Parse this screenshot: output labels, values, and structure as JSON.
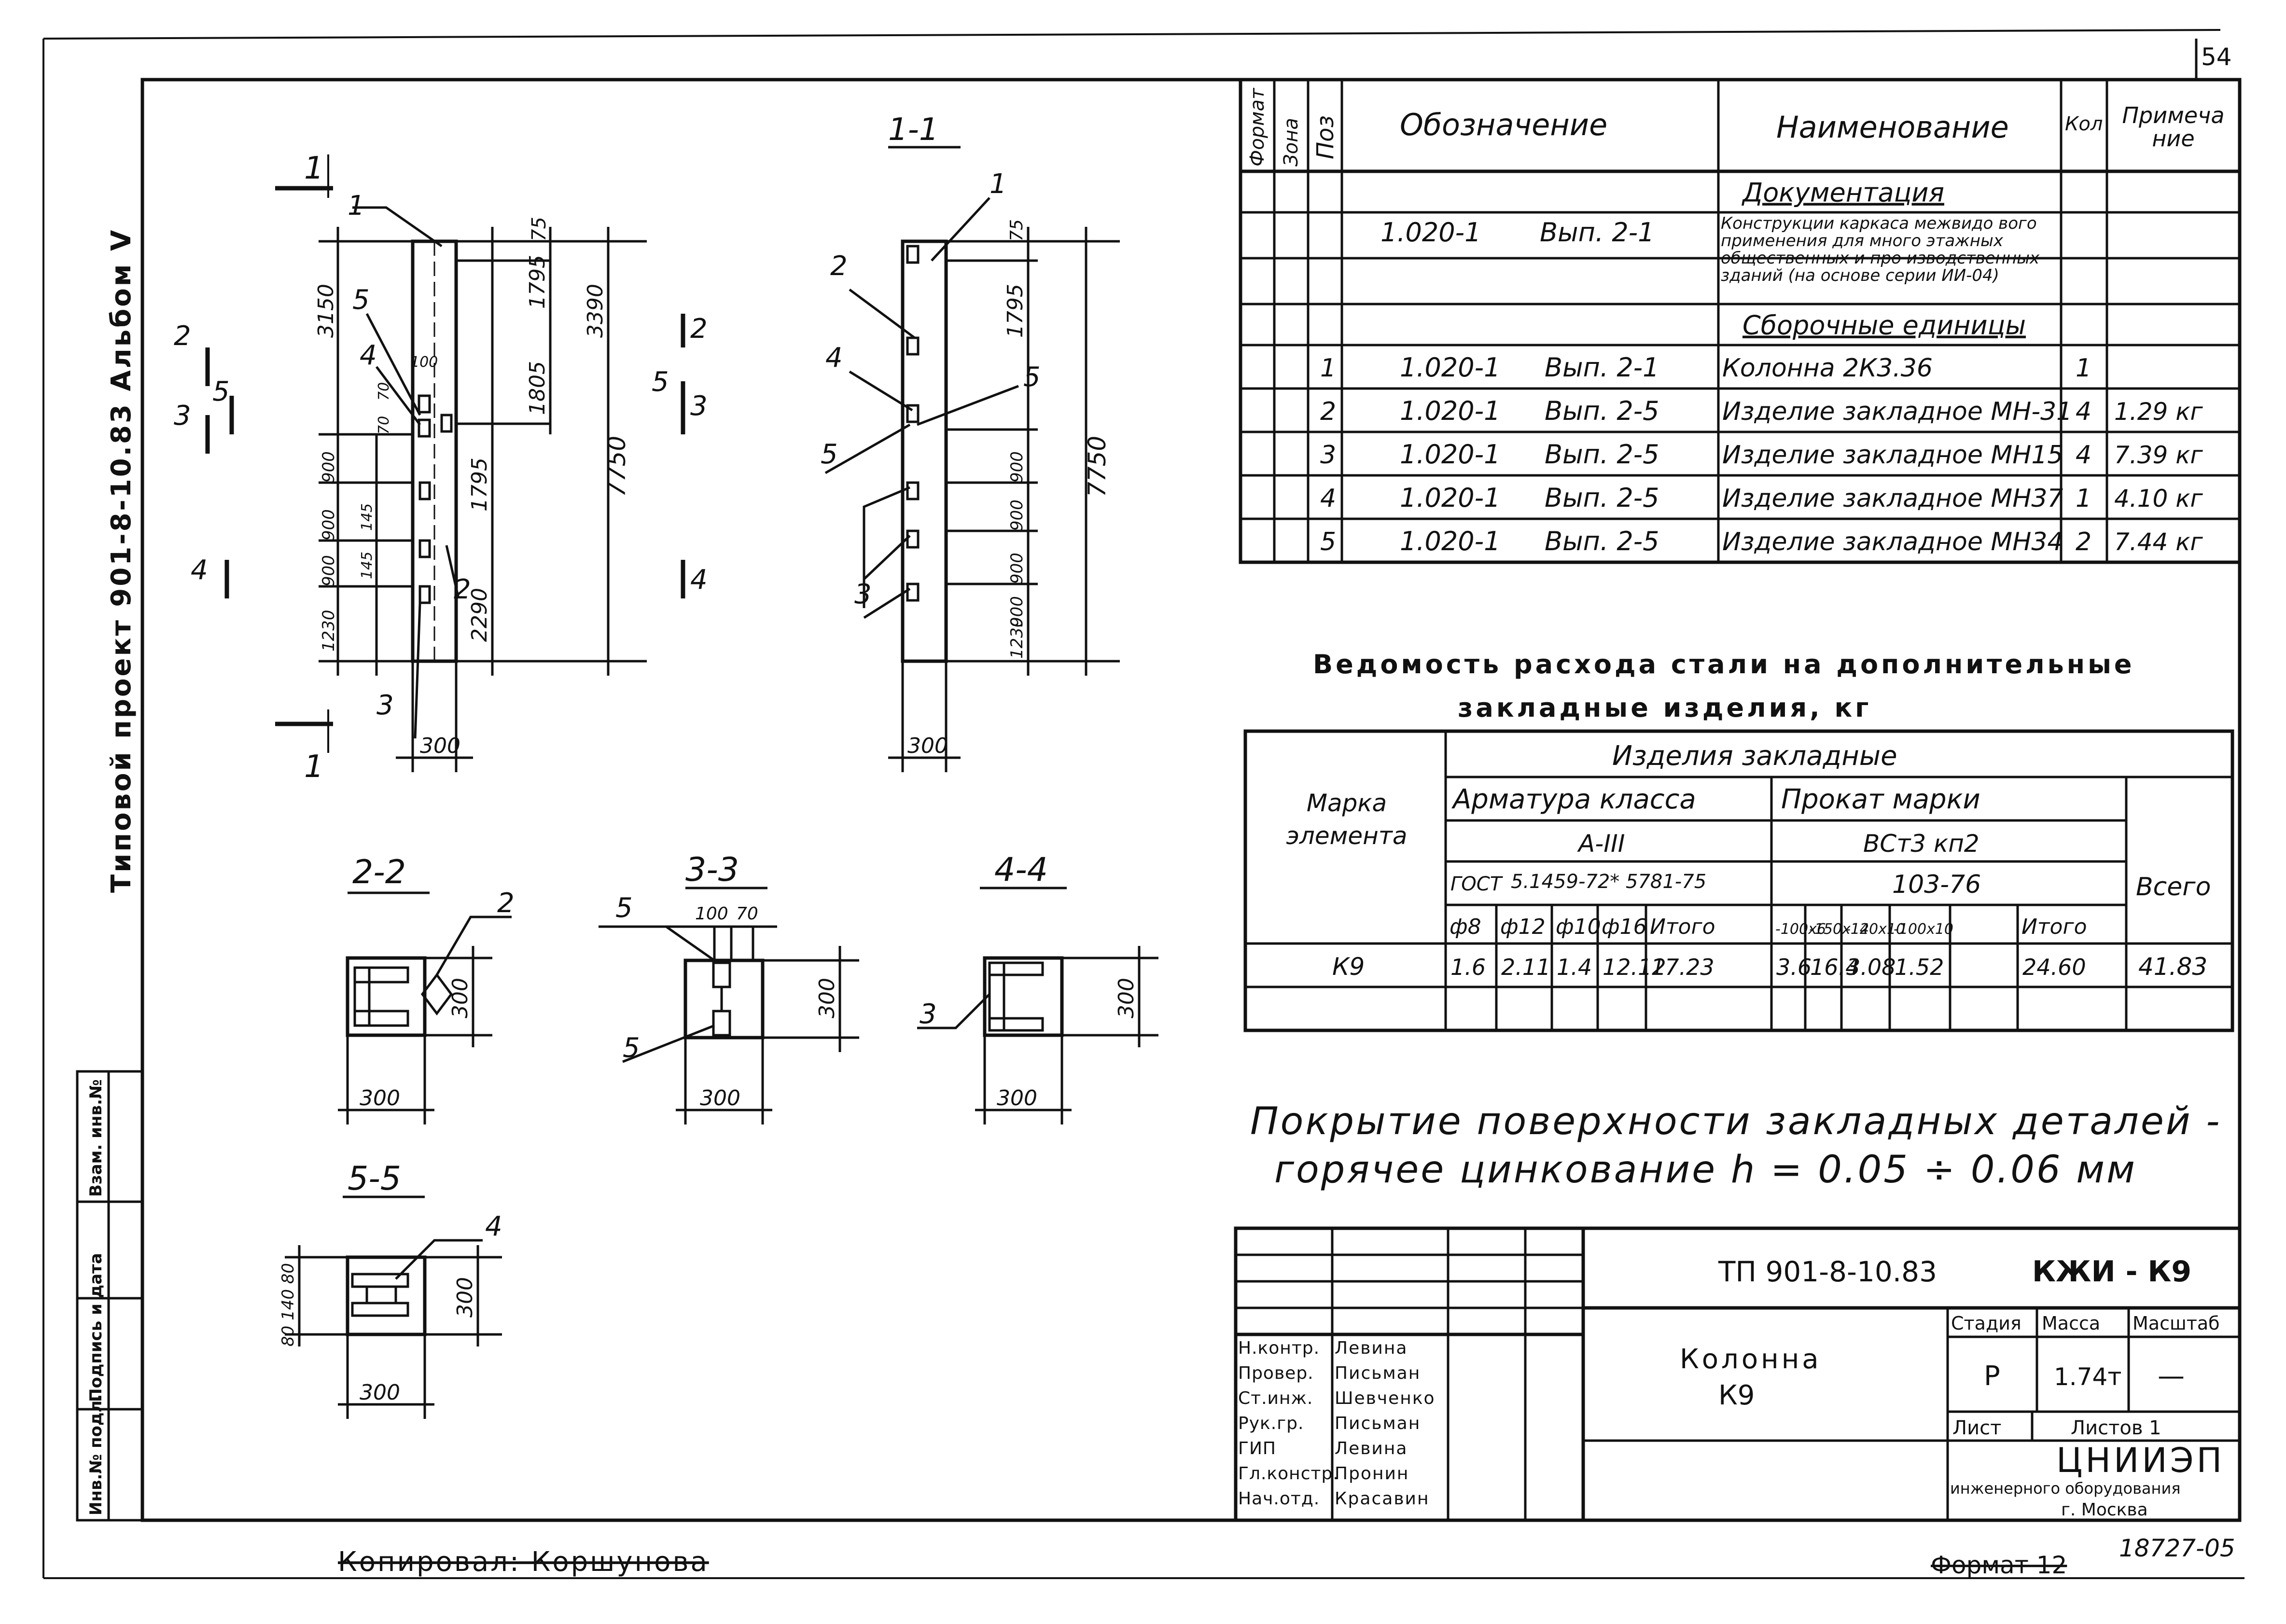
{
  "sheet": {
    "page_number": "54",
    "album_label": "Типовой проект 901-8-10.83 Альбом V",
    "side_stamp": [
      "Инв.№ подл.",
      "Подпись и дата",
      "Взам. инв.№"
    ],
    "copied": "Копировал: Коршунова",
    "format": "Формат 12",
    "inventory_number": "18727-05"
  },
  "spec_table": {
    "headers": {
      "format": "Формат",
      "zone": "Зона",
      "pos": "Поз",
      "designation": "Обозначение",
      "name": "Наименование",
      "qty": "Кол",
      "note": "Примеча ние"
    },
    "rows": [
      {
        "pos": "",
        "designation": "",
        "series": "",
        "name": "Документация",
        "qty": "",
        "note": ""
      },
      {
        "pos": "",
        "designation": "1.020-1",
        "series": "Вып. 2-1",
        "name": "Конструкции каркаса межвидо вого применения для много этажных общественных и про изводственных зданий (на основе серии ИИ-04)",
        "qty": "",
        "note": ""
      },
      {
        "pos": "",
        "designation": "",
        "series": "",
        "name": "Сборочные единицы",
        "qty": "",
        "note": ""
      },
      {
        "pos": "1",
        "designation": "1.020-1",
        "series": "Вып. 2-1",
        "name": "Колонна 2К3.36",
        "qty": "1",
        "note": ""
      },
      {
        "pos": "2",
        "designation": "1.020-1",
        "series": "Вып. 2-5",
        "name": "Изделие закладное МН-31",
        "qty": "4",
        "note": "1.29 кг"
      },
      {
        "pos": "3",
        "designation": "1.020-1",
        "series": "Вып. 2-5",
        "name": "Изделие закладное МН15",
        "qty": "4",
        "note": "7.39 кг"
      },
      {
        "pos": "4",
        "designation": "1.020-1",
        "series": "Вып. 2-5",
        "name": "Изделие закладное МН37",
        "qty": "1",
        "note": "4.10 кг"
      },
      {
        "pos": "5",
        "designation": "1.020-1",
        "series": "Вып. 2-5",
        "name": "Изделие закладное МН34",
        "qty": "2",
        "note": "7.44 кг"
      }
    ]
  },
  "steel_table": {
    "title_line1": "Ведомость расхода стали на дополнительные",
    "title_line2": "закладные изделия, кг",
    "mark_header": "Марка элемента",
    "group_header": "Изделия закладные",
    "armature_header": "Арматура класса",
    "armature_class": "А-III",
    "armature_gost_label": "ГОСТ",
    "armature_gost": "5.1459-72* 5781-75",
    "rolled_header": "Прокат марки",
    "rolled_grade": "ВСт3 кп2",
    "rolled_gost": "103-76",
    "total_header": "Всего",
    "sub_headers": [
      "ф8",
      "ф12",
      "ф10",
      "ф16",
      "Итого",
      "-100x6",
      "-150x12",
      "-140x10",
      "-100x10",
      "Итого"
    ],
    "row_mark": "К9",
    "row_values": [
      "1.6",
      "2.11",
      "1.4",
      "12.12",
      "17.23",
      "3.6",
      "16.4",
      "3.08",
      "1.52",
      "24.60"
    ],
    "row_total": "41.83"
  },
  "coating_note": {
    "line1": "Покрытие поверхности закладных деталей -",
    "line2": "горячее цинкование h = 0.05 ÷ 0.06 мм"
  },
  "drawings": {
    "elevation": {
      "cut_label": "1",
      "dims_right": [
        "75",
        "1795",
        "1805",
        "1795",
        "2290"
      ],
      "dims_right_total": [
        "3390",
        "7750"
      ],
      "dims_left": [
        "3150",
        "100",
        "70",
        "70",
        "900",
        "900",
        "900",
        "145",
        "145",
        "1230"
      ],
      "dim_width": "300",
      "leaders": [
        "1",
        "5",
        "4",
        "2",
        "3"
      ],
      "cut_marks": [
        "2",
        "3",
        "5",
        "4"
      ]
    },
    "section_1_1": {
      "title": "1-1",
      "dims_right": [
        "75",
        "1795",
        "7750"
      ],
      "dims_left": [
        "900",
        "900",
        "900",
        "900",
        "1230"
      ],
      "dim_width": "300",
      "leaders": [
        "1",
        "2",
        "4",
        "5",
        "5",
        "3"
      ]
    },
    "section_2_2": {
      "title": "2-2",
      "leader": "2",
      "dim_w": "300",
      "dim_h": "300"
    },
    "section_3_3": {
      "title": "3-3",
      "leader_top": "5",
      "leader_bottom": "5",
      "dim_top1": "100",
      "dim_top2": "70",
      "dim_w": "300",
      "dim_h": "300"
    },
    "section_4_4": {
      "title": "4-4",
      "leader": "3",
      "dim_w": "300",
      "dim_h": "300"
    },
    "section_5_5": {
      "title": "5-5",
      "leader": "4",
      "dim_left": "80 140 80",
      "dim_w": "300",
      "dim_h": "300"
    }
  },
  "title_block": {
    "project_code": "ТП 901-8-10.83",
    "doc_code": "КЖИ - К9",
    "element_name": "Колонна",
    "element_mark": "К9",
    "stage_label": "Стадия",
    "mass_label": "Масса",
    "scale_label": "Масштаб",
    "stage": "Р",
    "mass": "1.74т",
    "scale": "—",
    "sheet_label": "Лист",
    "sheets_label": "Листов 1",
    "org_name": "ЦНИИЭП",
    "org_full": "инженерного оборудования",
    "org_city": "г. Москва",
    "signers": [
      {
        "role": "Н.контр.",
        "name": "Левина"
      },
      {
        "role": "Провер.",
        "name": "Письман"
      },
      {
        "role": "Ст.инж.",
        "name": "Шевченко"
      },
      {
        "role": "Рук.гр.",
        "name": "Письман"
      },
      {
        "role": "ГИП",
        "name": "Левина"
      },
      {
        "role": "Гл.констр.",
        "name": "Пронин"
      },
      {
        "role": "Нач.отд.",
        "name": "Красавин"
      }
    ]
  }
}
